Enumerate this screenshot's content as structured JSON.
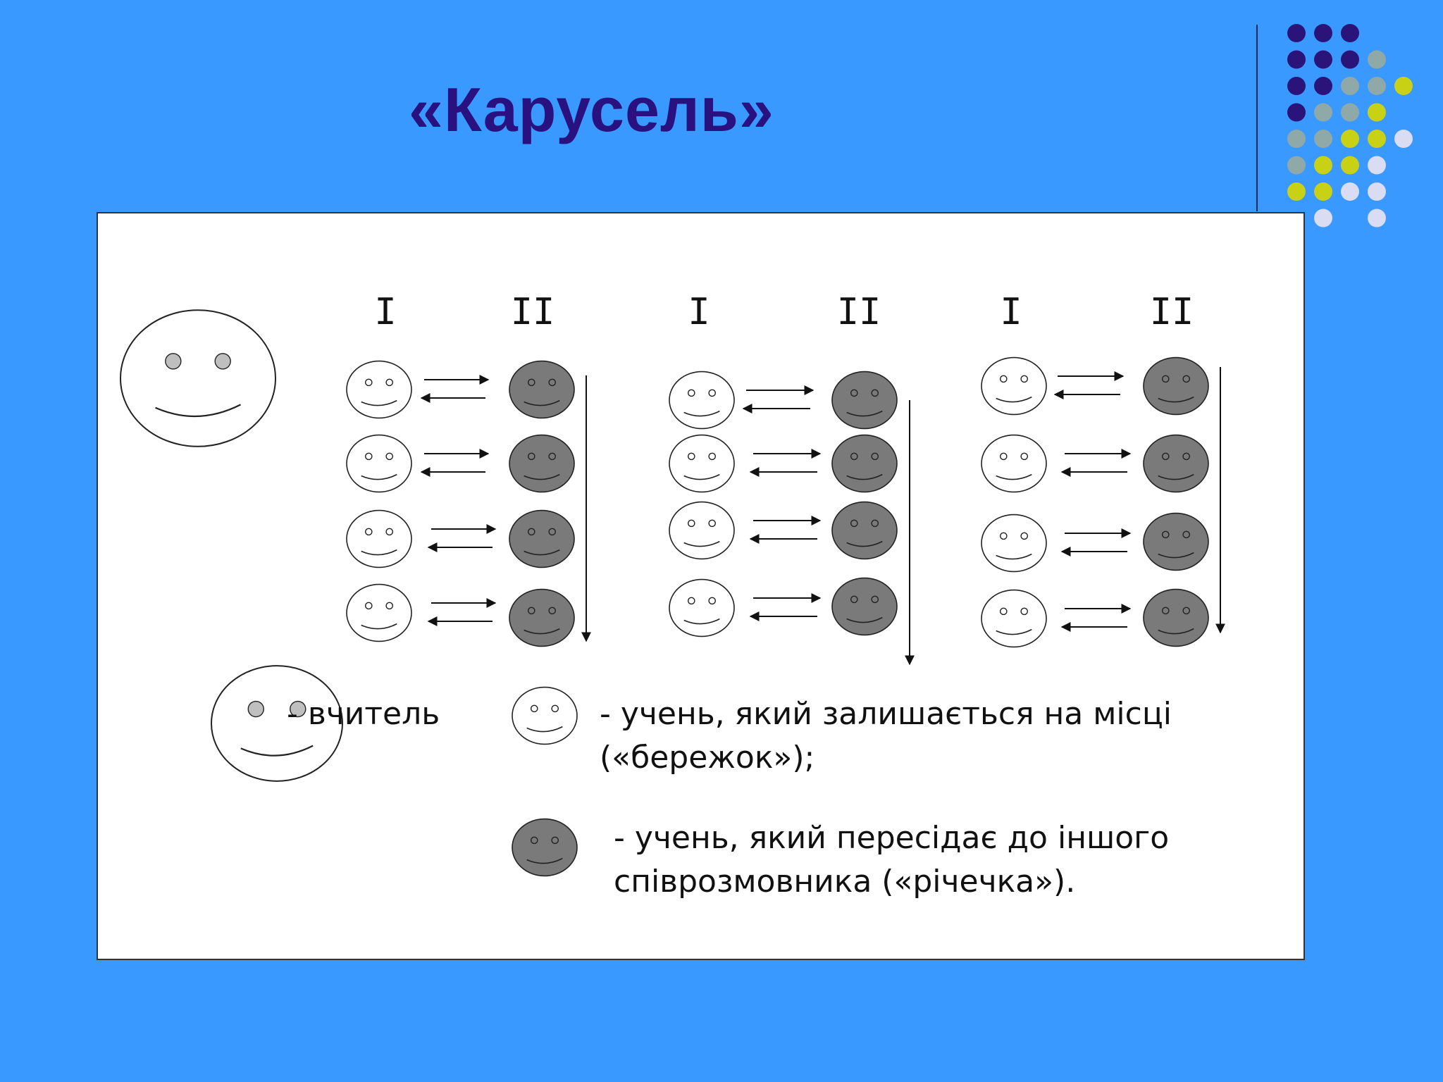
{
  "title": "«Карусель»",
  "columns": [
    {
      "first": "I",
      "second": "II"
    },
    {
      "first": "I",
      "second": "II"
    },
    {
      "first": "I",
      "second": "II"
    }
  ],
  "legend": {
    "teacher": "- вчитель",
    "stays_line1": "- учень, який залишається на місці",
    "stays_line2": "(«бережок»);",
    "moves_line1": "- учень, який пересідає до іншого",
    "moves_line2": "співрозмовника  («річечка»)."
  },
  "colors": {
    "background": "#3a99ff",
    "title": "#2a1180",
    "dark_face": "#7a7a7a",
    "dot_purple": "#2b1479",
    "dot_gray": "#8fa8a8",
    "dot_yellow": "#c9d116",
    "dot_lavender": "#d9dcf2"
  },
  "icons": [
    "smiley-face-icon",
    "dark-smiley-face-icon",
    "arrow-right-icon",
    "arrow-left-icon",
    "arrow-down-icon"
  ]
}
